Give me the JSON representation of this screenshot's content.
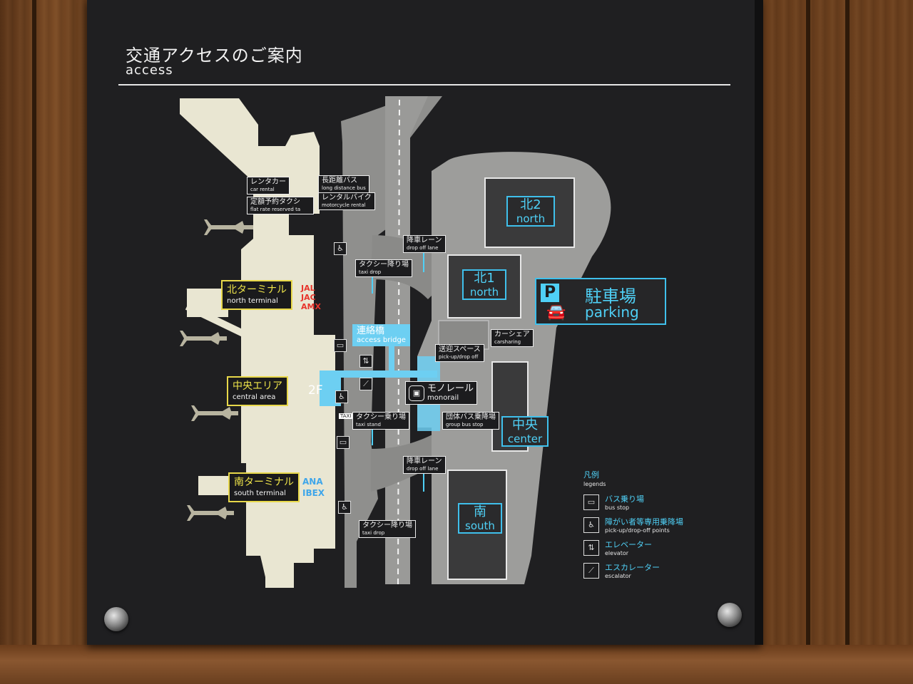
{
  "header": {
    "title_jp": "交通アクセスのご案内",
    "title_en": "access"
  },
  "facilities": {
    "rental_car": {
      "jp": "レンタカー",
      "en": "car rental"
    },
    "flat_taxi": {
      "jp": "定額予約タクシ",
      "en": "flat rate reserved ta"
    },
    "long_bus": {
      "jp": "長距離バス",
      "en": "long distance bus"
    },
    "motorcycle": {
      "jp": "レンタルバイク",
      "en": "motorcycle rental"
    },
    "dropoff_n": {
      "jp": "降車レーン",
      "en": "drop off lane"
    },
    "taxi_drop_n": {
      "jp": "タクシー降り場",
      "en": "taxi drop"
    },
    "bridge": {
      "jp": "連絡橋",
      "en": "access bridge"
    },
    "pickup": {
      "jp": "送迎スペース",
      "en": "pick-up/drop off"
    },
    "carsharing": {
      "jp": "カーシェア",
      "en": "carsharing"
    },
    "monorail": {
      "jp": "モノレール",
      "en": "monorail"
    },
    "taxi_stand": {
      "jp": "タクシー乗り場",
      "en": "taxi stand",
      "badge": "TAXI"
    },
    "group_bus": {
      "jp": "団体バス乗降場",
      "en": "group bus stop"
    },
    "dropoff_s": {
      "jp": "降車レーン",
      "en": "drop off lane"
    },
    "taxi_drop_s": {
      "jp": "タクシー降り場",
      "en": "taxi drop"
    },
    "floor": "2F"
  },
  "terminals": {
    "north": {
      "jp": "北ターミナル",
      "en": "north terminal",
      "airlines": [
        "JAL",
        "JAC",
        "AMX"
      ],
      "airline_color": "#e8352c"
    },
    "central": {
      "jp": "中央エリア",
      "en": "central area"
    },
    "south": {
      "jp": "南ターミナル",
      "en": "south terminal",
      "airlines": [
        "ANA",
        "IBEX"
      ],
      "airline_color": "#3fa6ea"
    }
  },
  "parking": {
    "title_jp": "駐車場",
    "title_en": "parking",
    "symbol": "P",
    "lots": [
      {
        "jp": "北2",
        "en": "north"
      },
      {
        "jp": "北1",
        "en": "north"
      },
      {
        "jp": "中央",
        "en": "center"
      },
      {
        "jp": "南",
        "en": "south"
      }
    ]
  },
  "legend": {
    "title_jp": "凡例",
    "title_en": "legends",
    "items": [
      {
        "icon": "bus-icon",
        "jp": "バス乗り場",
        "en": "bus stop"
      },
      {
        "icon": "wheelchair-icon",
        "jp": "障がい者等専用乗降場",
        "en": "pick-up/drop-off points"
      },
      {
        "icon": "elevator-icon",
        "jp": "エレベーター",
        "en": "elevator"
      },
      {
        "icon": "escalator-icon",
        "jp": "エスカレーター",
        "en": "escalator"
      }
    ]
  },
  "colors": {
    "accent": "#4fd0f6",
    "terminal_fill": "#e9e6d2",
    "road": "#9a9a98",
    "board": "#1f1f21",
    "highlight": "#6dcff2"
  }
}
